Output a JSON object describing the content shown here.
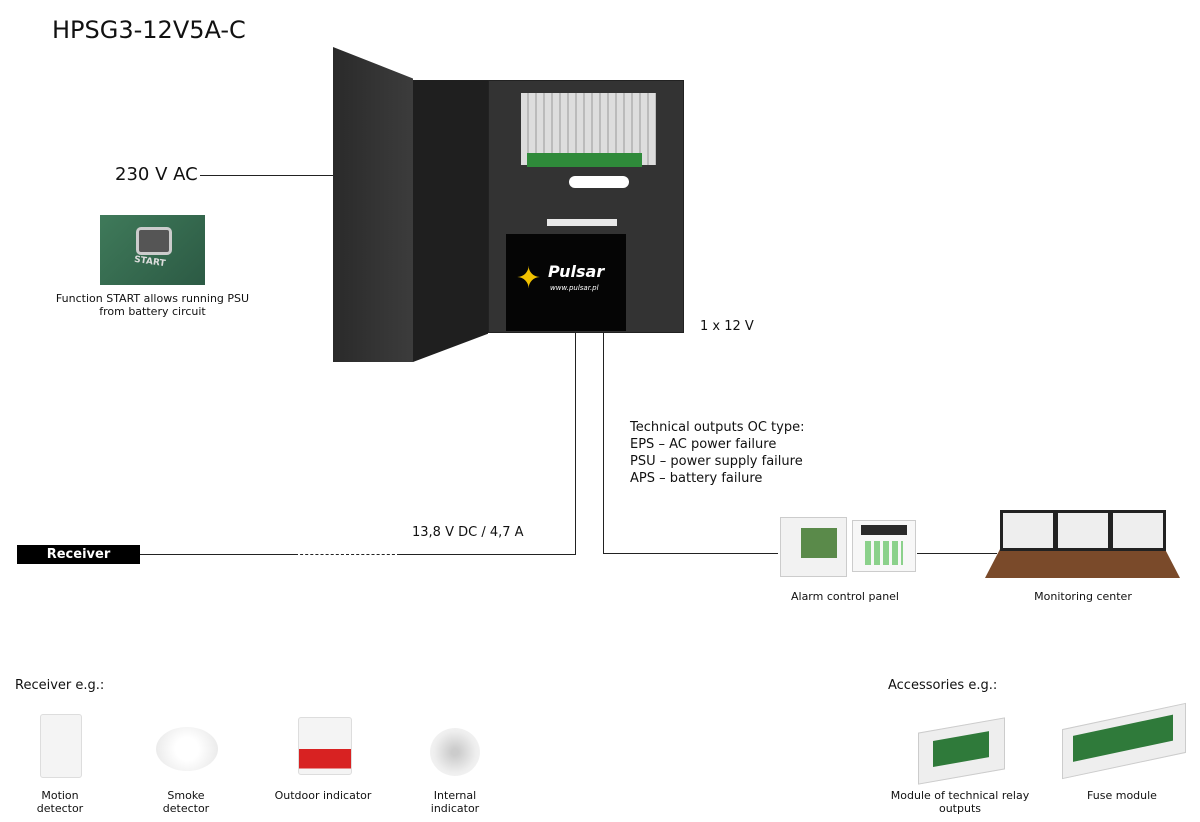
{
  "title": "HPSG3-12V5A-C",
  "input_label": "230 V AC",
  "start_caption_1": "Function START allows running PSU",
  "start_caption_2": "from battery circuit",
  "start_button_text": "START",
  "battery_label": "1 x 12 V",
  "battery_brand": "Pulsar",
  "battery_url": "www.pulsar.pl",
  "output_label": "13,8 V DC / 4,7 A",
  "receiver_label": "Receiver",
  "tech_outputs": [
    "Technical outputs OC type:",
    "EPS – AC power failure",
    "PSU – power supply failure",
    "APS – battery failure"
  ],
  "alarm_panel": "Alarm control panel",
  "monitoring_center": "Monitoring center",
  "receivers_heading": "Receiver e.g.:",
  "receivers": [
    {
      "l1": "Motion",
      "l2": "detector"
    },
    {
      "l1": "Smoke",
      "l2": "detector"
    },
    {
      "l1": "Outdoor indicator",
      "l2": ""
    },
    {
      "l1": "Internal",
      "l2": "indicator"
    }
  ],
  "accessories_heading": "Accessories e.g.:",
  "accessories": [
    {
      "l1": "Module of technical relay",
      "l2": "outputs"
    },
    {
      "l1": "Fuse module",
      "l2": ""
    }
  ]
}
